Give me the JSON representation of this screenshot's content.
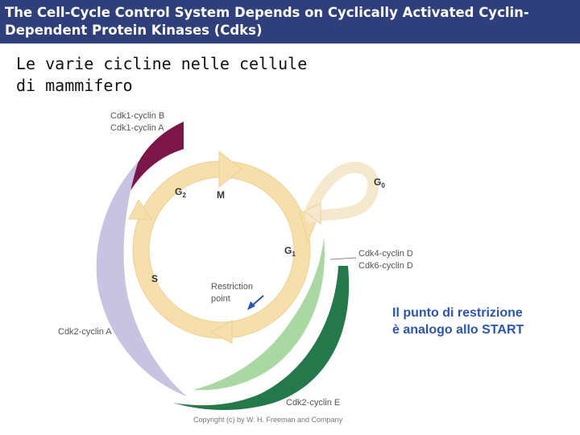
{
  "header": {
    "title": "The Cell-Cycle Control System Depends on Cyclically Activated Cyclin-Dependent Protein Kinases (Cdks)"
  },
  "subtitle": "Le varie cicline nelle cellule di mammifero",
  "diagram": {
    "labels": {
      "cdk1_b": "Cdk1-cyclin B",
      "cdk1_a": "Cdk1-cyclin A",
      "cdk2_a": "Cdk2-cyclin A",
      "cdk2_e": "Cdk2-cyclin E",
      "cdk4_d": "Cdk4-cyclin D",
      "cdk6_d": "Cdk6-cyclin D",
      "restriction_1": "Restriction",
      "restriction_2": "point"
    },
    "phases": {
      "g2": "G",
      "g2_sub": "2",
      "m": "M",
      "g0": "G",
      "g0_sub": "0",
      "g1": "G",
      "g1_sub": "1",
      "s": "S"
    },
    "note_line1": "Il punto di restrizione",
    "note_line2": "è analogo allo START",
    "copyright": "Copyright (c) by W. H. Freeman and Company"
  },
  "colors": {
    "header_bg": "#2e3f7b",
    "cycle_ring": "#f7dfad",
    "cdk1_band": "#7c1648",
    "cdk2a_band": "#c8c3e0",
    "cdk2e_band": "#25784a",
    "cdk46_band": "#a9d8a2",
    "note_text": "#2b56b0"
  }
}
